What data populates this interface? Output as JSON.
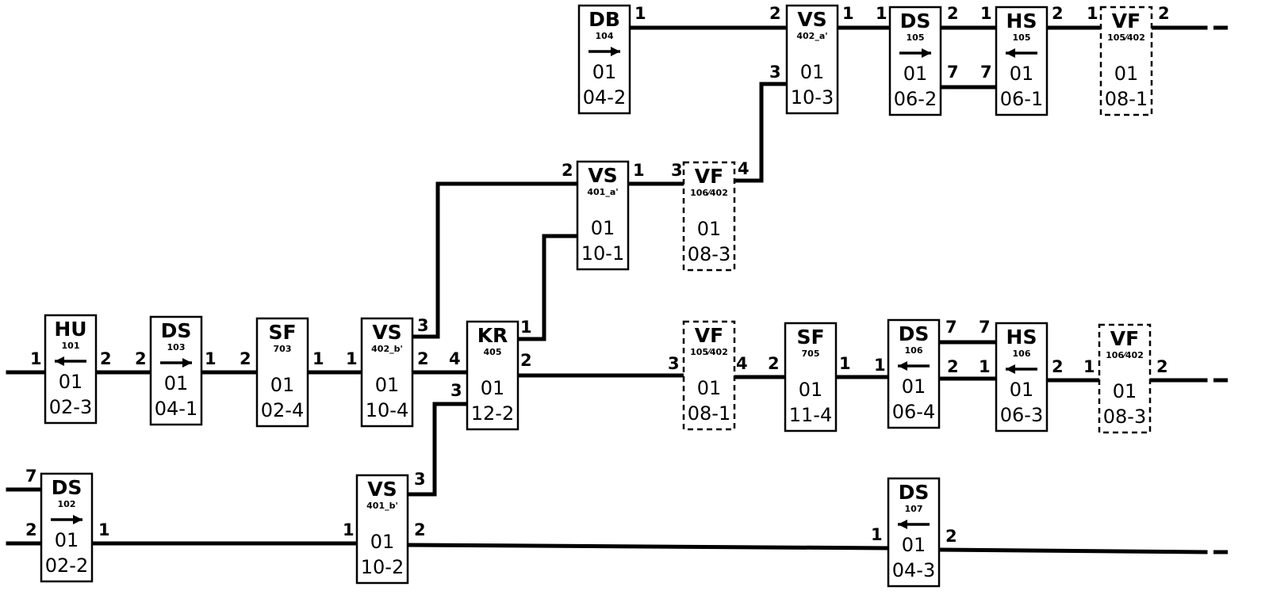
{
  "blocks": [
    {
      "id": "HU101",
      "code": "HU",
      "num": "101",
      "dir": "left",
      "dashed": false,
      "line1": "01",
      "line2": "02-3"
    },
    {
      "id": "DS103",
      "code": "DS",
      "num": "103",
      "dir": "right",
      "dashed": false,
      "line1": "01",
      "line2": "04-1"
    },
    {
      "id": "SF703",
      "code": "SF",
      "num": "703",
      "dir": "none",
      "dashed": false,
      "line1": "01",
      "line2": "02-4"
    },
    {
      "id": "VS402b",
      "code": "VS",
      "num": "402_b'",
      "dir": "none",
      "dashed": false,
      "line1": "01",
      "line2": "10-4"
    },
    {
      "id": "KR405",
      "code": "KR",
      "num": "405",
      "dir": "none",
      "dashed": false,
      "line1": "01",
      "line2": "12-2"
    },
    {
      "id": "VS401a",
      "code": "VS",
      "num": "401_a'",
      "dir": "none",
      "dashed": false,
      "line1": "01",
      "line2": "10-1"
    },
    {
      "id": "VF106_402a",
      "code": "VF",
      "num": "106⁄402",
      "dir": "none",
      "dashed": true,
      "line1": "01",
      "line2": "08-3"
    },
    {
      "id": "DB104",
      "code": "DB",
      "num": "104",
      "dir": "right",
      "dashed": false,
      "line1": "01",
      "line2": "04-2"
    },
    {
      "id": "VS402a",
      "code": "VS",
      "num": "402_a'",
      "dir": "none",
      "dashed": false,
      "line1": "01",
      "line2": "10-3"
    },
    {
      "id": "DS105",
      "code": "DS",
      "num": "105",
      "dir": "right",
      "dashed": false,
      "line1": "01",
      "line2": "06-2"
    },
    {
      "id": "HS105",
      "code": "HS",
      "num": "105",
      "dir": "left",
      "dashed": false,
      "line1": "01",
      "line2": "06-1"
    },
    {
      "id": "VF105_402a",
      "code": "VF",
      "num": "105⁄402",
      "dir": "none",
      "dashed": true,
      "line1": "01",
      "line2": "08-1"
    },
    {
      "id": "VF105_402b",
      "code": "VF",
      "num": "105⁄402",
      "dir": "none",
      "dashed": true,
      "line1": "01",
      "line2": "08-1"
    },
    {
      "id": "SF705",
      "code": "SF",
      "num": "705",
      "dir": "none",
      "dashed": false,
      "line1": "01",
      "line2": "11-4"
    },
    {
      "id": "DS106",
      "code": "DS",
      "num": "106",
      "dir": "left",
      "dashed": false,
      "line1": "01",
      "line2": "06-4"
    },
    {
      "id": "HS106",
      "code": "HS",
      "num": "106",
      "dir": "left",
      "dashed": false,
      "line1": "01",
      "line2": "06-3"
    },
    {
      "id": "VF106_402b",
      "code": "VF",
      "num": "106⁄402",
      "dir": "none",
      "dashed": true,
      "line1": "01",
      "line2": "08-3"
    },
    {
      "id": "DS102",
      "code": "DS",
      "num": "102",
      "dir": "right",
      "dashed": false,
      "line1": "01",
      "line2": "02-2"
    },
    {
      "id": "VS401b",
      "code": "VS",
      "num": "401_b'",
      "dir": "none",
      "dashed": false,
      "line1": "01",
      "line2": "10-2"
    },
    {
      "id": "DS107",
      "code": "DS",
      "num": "107",
      "dir": "left",
      "dashed": false,
      "line1": "01",
      "line2": "04-3"
    }
  ],
  "ports": [
    "1",
    "2",
    "2",
    "1",
    "2",
    "1",
    "1",
    "2",
    "4",
    "3",
    "2",
    "1",
    "3",
    "2",
    "1",
    "3",
    "4",
    "1",
    "2",
    "3",
    "1",
    "1",
    "2",
    "7",
    "7",
    "1",
    "2",
    "1",
    "2",
    "3",
    "4",
    "2",
    "1",
    "1",
    "7",
    "7",
    "2",
    "1",
    "2",
    "1",
    "2",
    "7",
    "2",
    "1",
    "1",
    "3",
    "2",
    "1",
    "2"
  ]
}
